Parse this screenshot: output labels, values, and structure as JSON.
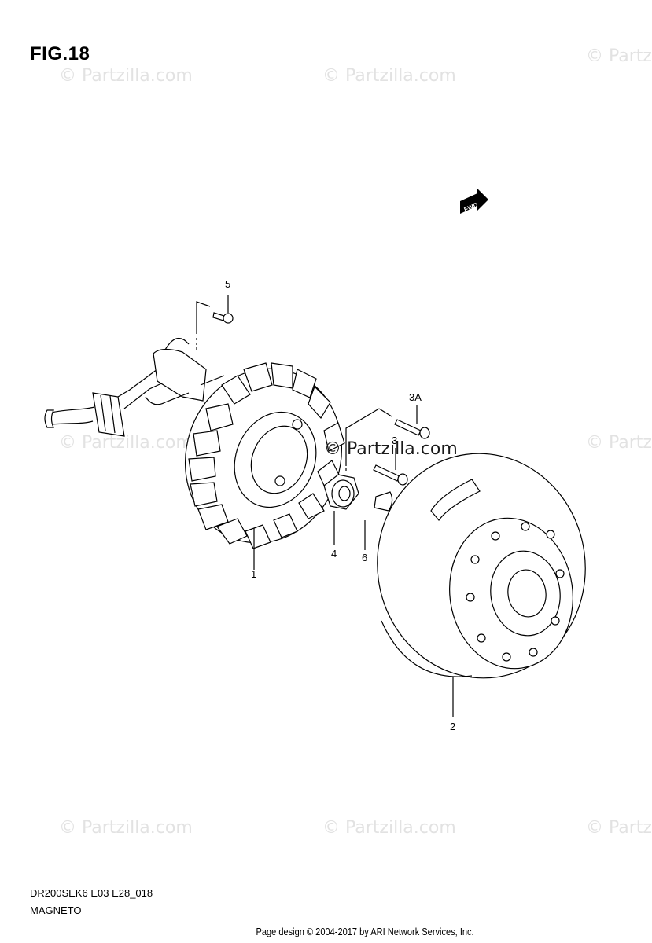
{
  "figure": {
    "title": "FIG.18",
    "model_code": "DR200SEK6 E03 E28_018",
    "section_name": "MAGNETO"
  },
  "footer": {
    "text": "Page design © 2004-2017 by ARI Network Services, Inc."
  },
  "watermark": {
    "text": "© Partzilla.com",
    "text_truncated": "© Partz"
  },
  "direction_badge": {
    "label": "FWD"
  },
  "callouts": [
    {
      "id": "1",
      "label": "1"
    },
    {
      "id": "2",
      "label": "2"
    },
    {
      "id": "3",
      "label": "3"
    },
    {
      "id": "3A",
      "label": "3A"
    },
    {
      "id": "4",
      "label": "4"
    },
    {
      "id": "5",
      "label": "5"
    },
    {
      "id": "6",
      "label": "6"
    }
  ],
  "icon_names": [
    "stator-coil-icon",
    "rotor-flywheel-icon",
    "screw-icon",
    "nut-icon",
    "key-icon",
    "fwd-arrow-icon"
  ]
}
